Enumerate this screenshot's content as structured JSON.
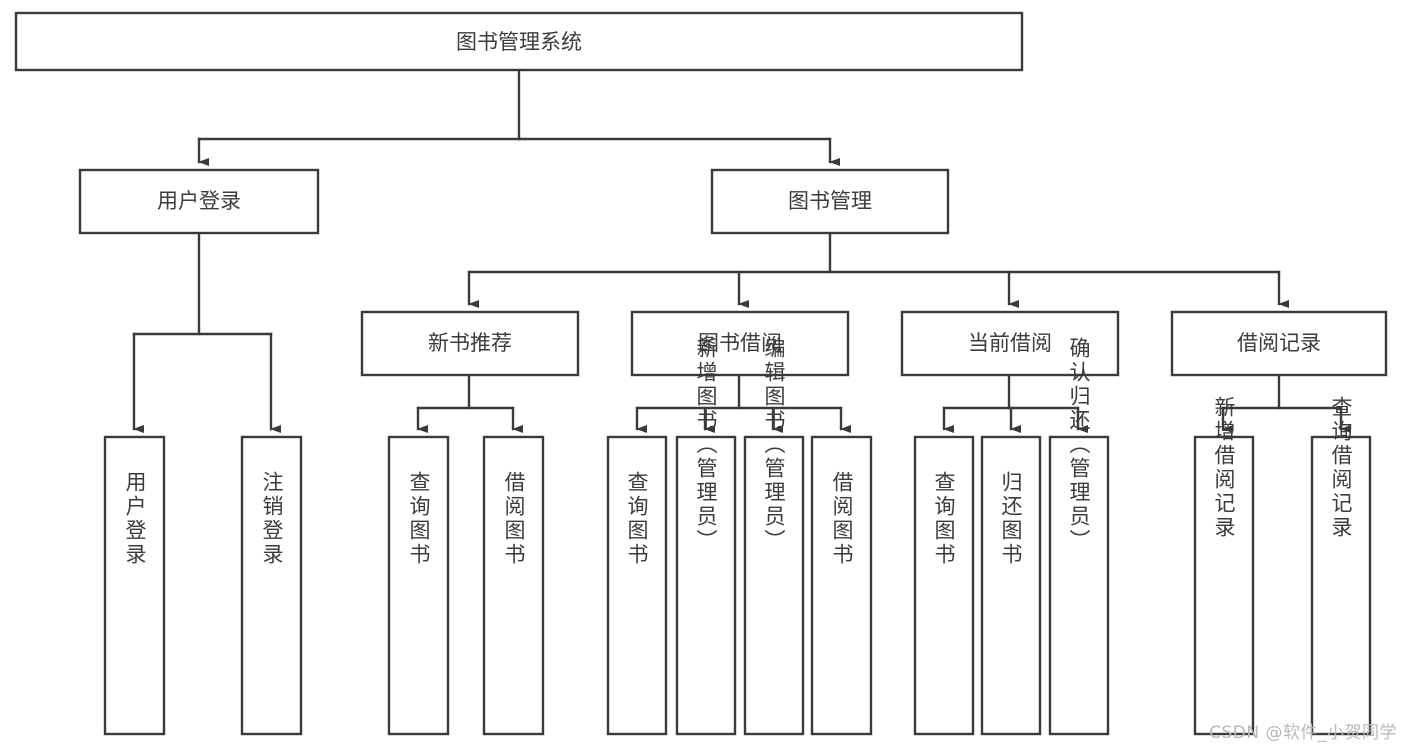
{
  "diagram": {
    "title": "图书管理系统",
    "type": "tree-hierarchy-chart",
    "watermark": "CSDN @软件_小贺同学",
    "colors": {
      "stroke": "#3a3a3a",
      "box_fill": "#ffffff",
      "text": "#3c3c3c",
      "background": "#ffffff",
      "watermark": "#b9b9b9"
    },
    "root": {
      "label": "图书管理系统"
    },
    "level2": [
      {
        "label": "用户登录"
      },
      {
        "label": "图书管理"
      }
    ],
    "level3": [
      {
        "label": "新书推荐"
      },
      {
        "label": "图书借阅"
      },
      {
        "label": "当前借阅"
      },
      {
        "label": "借阅记录"
      }
    ],
    "leaves": {
      "user_login": [
        {
          "label": "用户登录"
        },
        {
          "label": "注销登录"
        }
      ],
      "new_book_recommend": [
        {
          "label": "查询图书"
        },
        {
          "label": "借阅图书"
        }
      ],
      "book_borrow": [
        {
          "label": "查询图书"
        },
        {
          "label": "新增图书（管理员）"
        },
        {
          "label": "编辑图书（管理员）"
        },
        {
          "label": "借阅图书"
        }
      ],
      "current_borrow": [
        {
          "label": "查询图书"
        },
        {
          "label": "归还图书"
        },
        {
          "label": "确认归还（管理员）"
        }
      ],
      "borrow_record": [
        {
          "label": "新增借阅记录"
        },
        {
          "label": "查询借阅记录"
        }
      ]
    }
  }
}
